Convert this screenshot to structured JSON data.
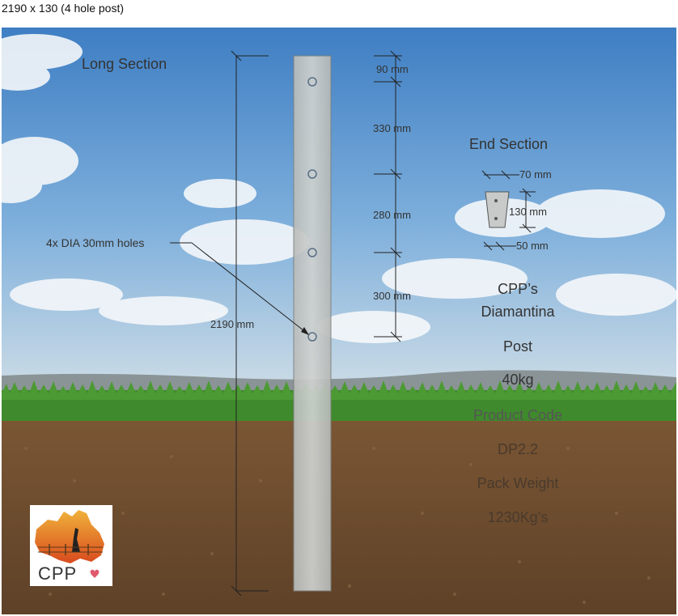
{
  "header": {
    "title": "2190 x 130 (4 hole post)"
  },
  "labels": {
    "long_section": "Long Section",
    "end_section": "End Section",
    "holes_note": "4x DIA 30mm holes",
    "total_length": "2190 mm"
  },
  "dimensions": {
    "top_offset": "90 mm",
    "gap_1": "330 mm",
    "gap_2": "280 mm",
    "gap_3": "300 mm"
  },
  "end_section": {
    "top_width": "70 mm",
    "depth": "130 mm",
    "bottom_width": "50 mm"
  },
  "product": {
    "name_line1": "CPP’s",
    "name_line2": "Diamantina",
    "name_line3": "Post",
    "weight": "40kg",
    "code_label": "Product Code",
    "code": "DP2.2",
    "pack_label": "Pack Weight",
    "pack_weight": "1230Kg’s"
  },
  "logo": {
    "text": "CPP"
  },
  "colors": {
    "sky_top": "#3f7fc4",
    "sky_bottom": "#c9dbe8",
    "grass": "#3f8a2c",
    "soil": "#6b4a2e",
    "post": "#c3c6c4"
  }
}
